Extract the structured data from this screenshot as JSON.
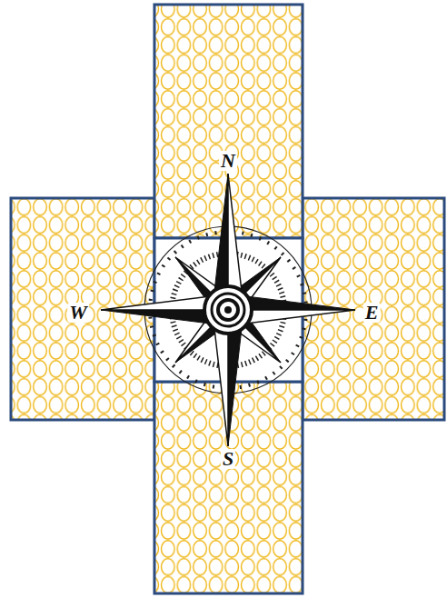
{
  "diagram": {
    "labels": [
      "N",
      "W",
      "E",
      "S"
    ]
  }
}
